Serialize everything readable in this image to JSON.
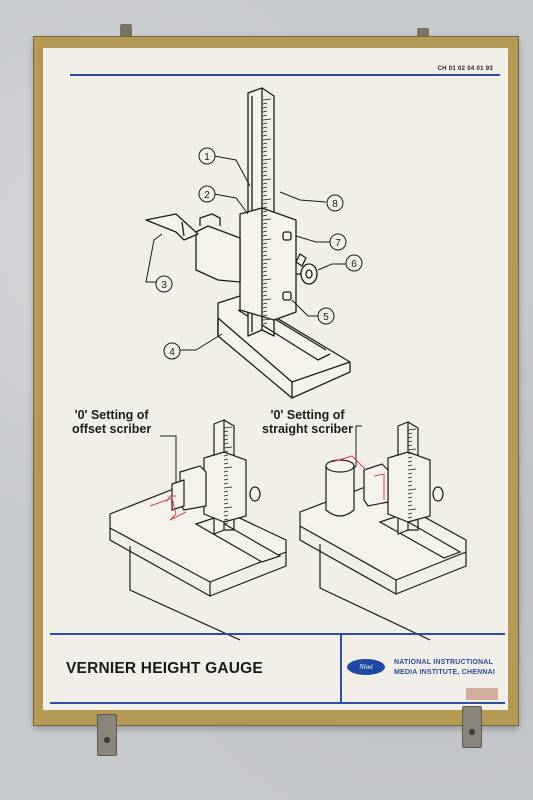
{
  "chart_code": "CH 01 02 04 01 93",
  "title": "VERNIER HEIGHT GAUGE",
  "captions": {
    "offset": [
      "'0' Setting of",
      "offset scriber"
    ],
    "straight": [
      "'0' Setting of",
      "straight scriber"
    ]
  },
  "callouts": [
    "1",
    "2",
    "3",
    "4",
    "5",
    "6",
    "7",
    "8"
  ],
  "logo_text": "Nimi",
  "institute": [
    "NATIONAL INSTRUCTIONAL",
    "MEDIA INSTITUTE, CHENNAI"
  ],
  "colors": {
    "rule": "#2d4fa1",
    "frame": "#b59a55",
    "paper": "#f1efe7",
    "ink": "#1c1c1c",
    "highlight": "#d2474f"
  }
}
